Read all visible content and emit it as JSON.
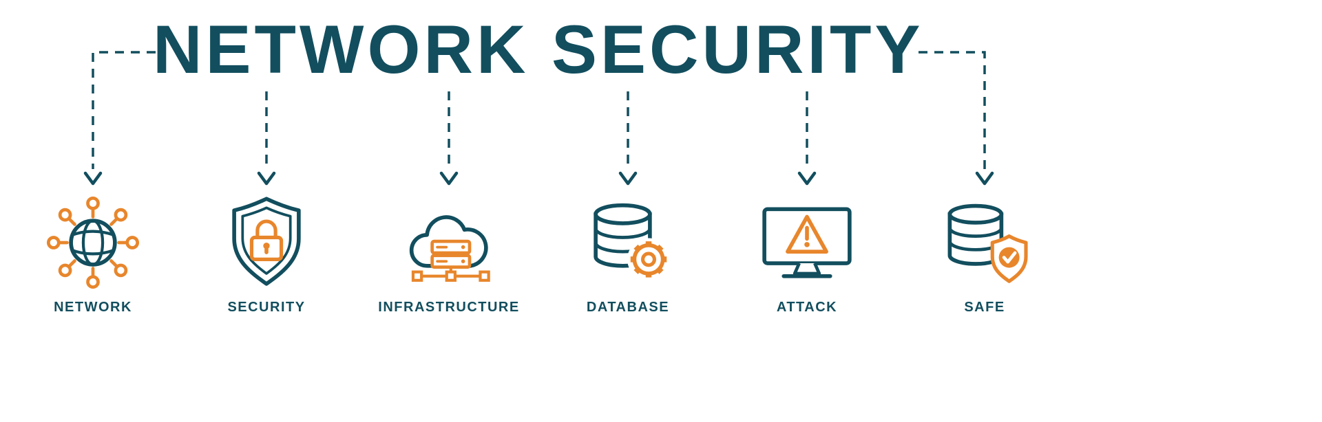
{
  "banner": {
    "title": "NETWORK SECURITY"
  },
  "items": [
    {
      "label": "NETWORK",
      "icon": "network-nodes-icon"
    },
    {
      "label": "SECURITY",
      "icon": "shield-lock-icon"
    },
    {
      "label": "INFRASTRUCTURE",
      "icon": "cloud-server-icon"
    },
    {
      "label": "DATABASE",
      "icon": "database-gear-icon"
    },
    {
      "label": "ATTACK",
      "icon": "monitor-alert-icon"
    },
    {
      "label": "SAFE",
      "icon": "database-shield-check-icon"
    }
  ],
  "colors": {
    "teal": "#124e5e",
    "orange": "#e8862c",
    "background": "#ffffff"
  }
}
